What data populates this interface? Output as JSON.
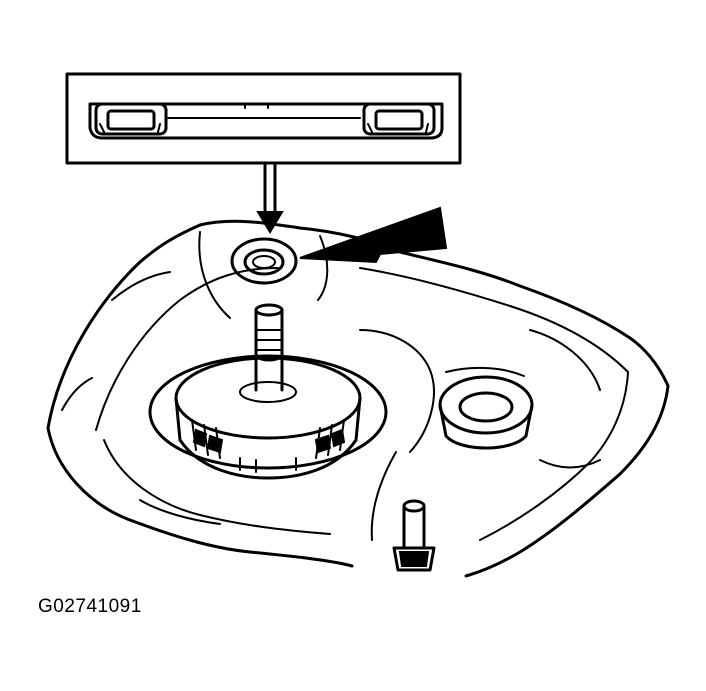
{
  "figure": {
    "caption": "G02741091",
    "ink_color": "#000000",
    "background_color": "#ffffff",
    "parts": [
      "tool-inset",
      "bearing-race",
      "pointer-arrow",
      "shaft",
      "clutch-drum",
      "pump-boss",
      "bolt",
      "transaxle-case"
    ]
  }
}
